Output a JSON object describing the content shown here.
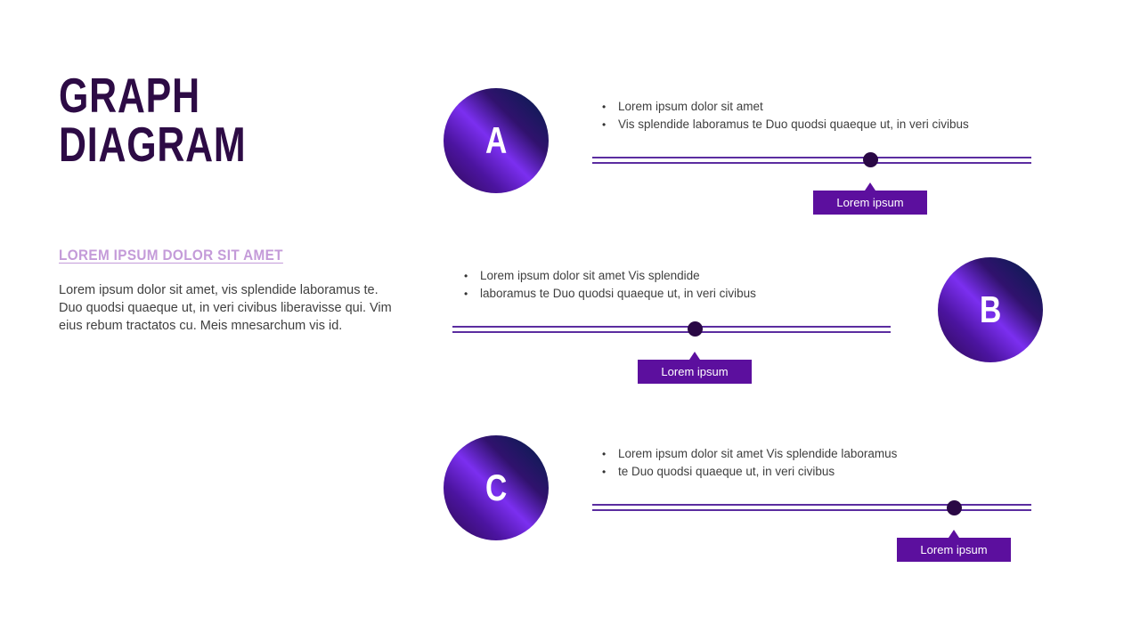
{
  "slide": {
    "title_line1": "GRAPH",
    "title_line2": "DIAGRAM",
    "subtitle": "LOREM IPSUM DOLOR SIT AMET",
    "body": "Lorem ipsum dolor sit amet, vis splendide laboramus te. Duo quodsi quaeque ut, in veri civibus liberavisse qui. Vim eius rebum tractatos cu. Meis mnesarchum vis id."
  },
  "glyphs": {
    "bullet": "•"
  },
  "colors": {
    "title": "#2d0b45",
    "subtitle": "#c49bd9",
    "body_text": "#3f3f3f",
    "line": "#5b2da0",
    "marker_dot": "#2a0845",
    "label_bg": "#5c0f9e",
    "label_text": "#ffffff",
    "circle_gradient_bright": "#7b2ff0",
    "circle_gradient_dark": "#141a5a"
  },
  "items": [
    {
      "letter": "A",
      "bullets": [
        "Lorem ipsum dolor sit amet",
        "Vis splendide laboramus te Duo quodsi quaeque ut, in veri civibus"
      ],
      "label": "Lorem ipsum"
    },
    {
      "letter": "B",
      "bullets": [
        "Lorem ipsum dolor sit amet Vis splendide",
        "laboramus te Duo quodsi quaeque ut, in veri civibus"
      ],
      "label": "Lorem ipsum"
    },
    {
      "letter": "C",
      "bullets": [
        "Lorem ipsum dolor sit amet Vis splendide laboramus",
        "te Duo quodsi quaeque ut, in veri civibus"
      ],
      "label": "Lorem ipsum"
    }
  ]
}
